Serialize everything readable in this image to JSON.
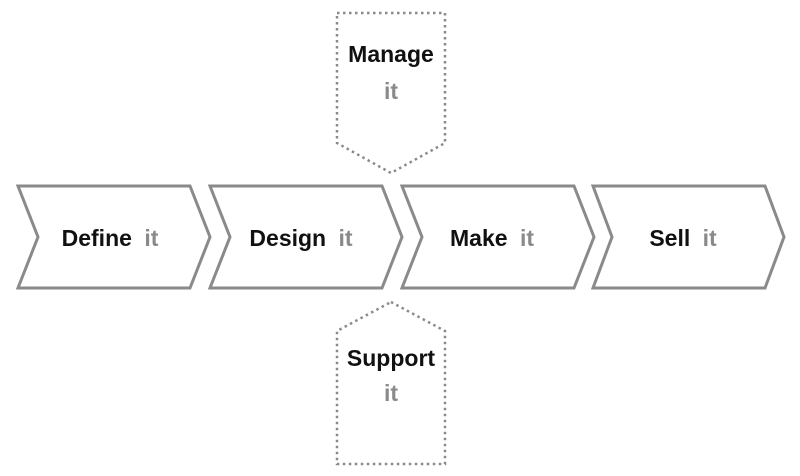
{
  "diagram": {
    "process_steps": [
      {
        "main": "Define",
        "sub": "it"
      },
      {
        "main": "Design",
        "sub": "it"
      },
      {
        "main": "Make",
        "sub": "it"
      },
      {
        "main": "Sell",
        "sub": "it"
      }
    ],
    "manage": {
      "main": "Manage",
      "sub": "it"
    },
    "support": {
      "main": "Support",
      "sub": "it"
    },
    "colors": {
      "outline": "#8a8a8a",
      "main_text": "#111111",
      "sub_text": "#8a8a8a",
      "fill": "#ffffff"
    }
  }
}
